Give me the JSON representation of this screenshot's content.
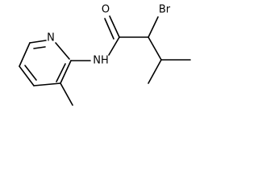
{
  "molecule": {
    "atoms": {
      "nitrogen_ring": "N",
      "nitrogen_amide": "NH",
      "oxygen": "O",
      "bromine": "Br"
    },
    "colors": {
      "bond": "#000000",
      "label": "#000000",
      "background": "#ffffff"
    }
  }
}
